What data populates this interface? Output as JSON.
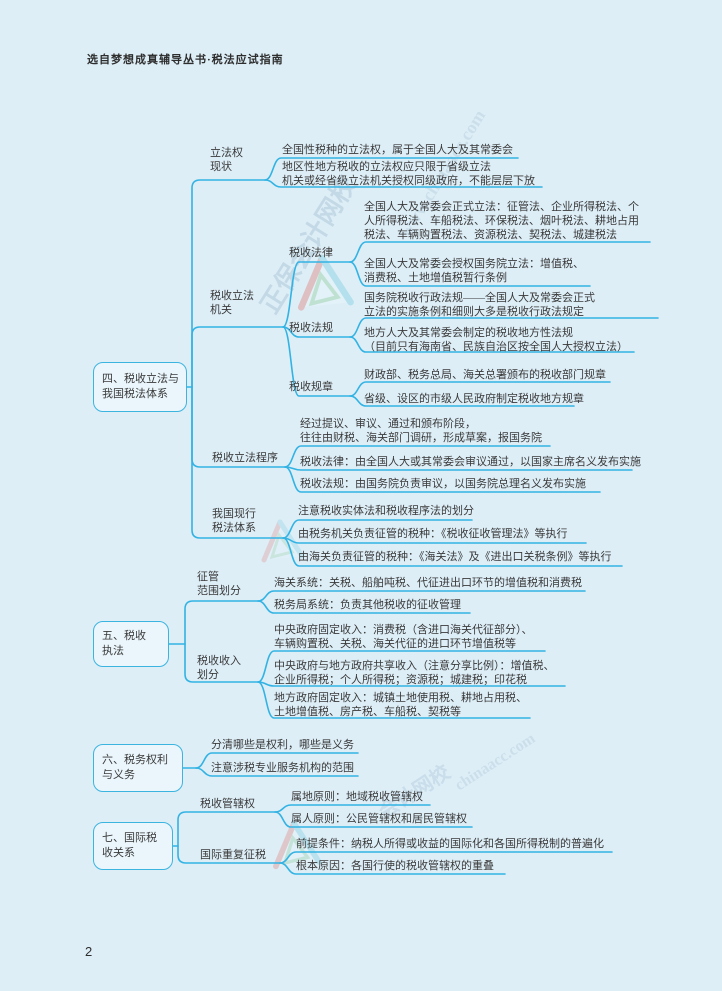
{
  "header": {
    "source_note": "选自梦想成真辅导丛书·税法应试指南"
  },
  "footer": {
    "page_number": "2"
  },
  "watermark": {
    "brand_text": "正保会计网校",
    "brand_text_short": "会计网校",
    "url_text": "www.chinaacc.com",
    "url_text_short": "chinaacc.com"
  },
  "colors": {
    "background": "#ddeef7",
    "connector_line": "#33b3e3",
    "node_border": "#3cb4e0",
    "node_fill": "#eaf6fc",
    "text": "#3a3a3a"
  },
  "mindmap": {
    "s4": {
      "title": "四、税收立法与\n我国税法体系",
      "b41": {
        "label": "立法权\n现状",
        "leaf1": "全国性税种的立法权，属于全国人大及其常委会",
        "leaf2": "地区性地方税收的立法权应只限于省级立法\n机关或经省级立法机关授权同级政府，不能层层下放"
      },
      "b42": {
        "label": "税收立法\n机关",
        "sub1": {
          "label": "税收法律",
          "leaf1": "全国人大及常委会正式立法：征管法、企业所得税法、个\n人所得税法、车船税法、环保税法、烟叶税法、耕地占用\n税法、车辆购置税法、资源税法、契税法、城建税法",
          "leaf2": "全国人大及常委会授权国务院立法：增值税、\n消费税、土地增值税暂行条例"
        },
        "sub2": {
          "label": "税收法规",
          "leaf1": "国务院税收行政法规——全国人大及常委会正式\n立法的实施条例和细则大多是税收行政法规定",
          "leaf2": "地方人大及其常委会制定的税收地方性法规\n（目前只有海南省、民族自治区按全国人大授权立法）"
        },
        "sub3": {
          "label": "税收规章",
          "leaf1": "财政部、税务总局、海关总署颁布的税收部门规章",
          "leaf2": "省级、设区的市级人民政府制定税收地方规章"
        }
      },
      "b43": {
        "label": "税收立法程序",
        "leaf1": "经过提议、审议、通过和颁布阶段，\n往往由财税、海关部门调研，形成草案，报国务院",
        "leaf2": "税收法律：由全国人大或其常委会审议通过，以国家主席名义发布实施",
        "leaf3": "税收法规：由国务院负责审议，以国务院总理名义发布实施"
      },
      "b44": {
        "label": "我国现行\n税法体系",
        "leaf1": "注意税收实体法和税收程序法的划分",
        "leaf2": "由税务机关负责征管的税种：《税收征收管理法》等执行",
        "leaf3": "由海关负责征管的税种：《海关法》及《进出口关税条例》等执行"
      }
    },
    "s5": {
      "title": "五、税收\n执法",
      "b51": {
        "label": "征管\n范围划分",
        "leaf1": "海关系统：关税、船舶吨税、代征进出口环节的增值税和消费税",
        "leaf2": "税务局系统：负责其他税收的征收管理"
      },
      "b52": {
        "label": "税收收入\n划分",
        "leaf1": "中央政府固定收入：消费税（含进口海关代征部分）、\n车辆购置税、关税、海关代征的进口环节增值税等",
        "leaf2": "中央政府与地方政府共享收入（注意分享比例）：增值税、\n企业所得税；个人所得税；资源税；城建税；印花税",
        "leaf3": "地方政府固定收入：城镇土地使用税、耕地占用税、\n土地增值税、房产税、车船税、契税等"
      }
    },
    "s6": {
      "title": "六、税务权利\n与义务",
      "leaf1": "分清哪些是权利，哪些是义务",
      "leaf2": "注意涉税专业服务机构的范围"
    },
    "s7": {
      "title": "七、国际税\n收关系",
      "b71": {
        "label": "税收管辖权",
        "leaf1": "属地原则：地域税收管辖权",
        "leaf2": "属人原则：公民管辖权和居民管辖权"
      },
      "b72": {
        "label": "国际重复征税",
        "leaf1": "前提条件：纳税人所得或收益的国际化和各国所得税制的普遍化",
        "leaf2": "根本原因：各国行使的税收管辖权的重叠"
      }
    }
  }
}
